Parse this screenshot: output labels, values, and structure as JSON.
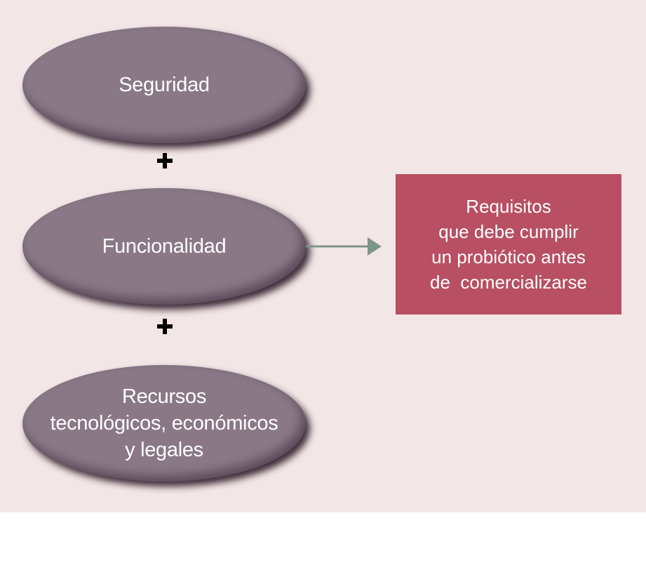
{
  "diagram": {
    "nodes": [
      {
        "lines": [
          "Seguridad"
        ]
      },
      {
        "lines": [
          "Funcionalidad"
        ]
      },
      {
        "lines": [
          "Recursos",
          "tecnológicos, económicos",
          "y legales"
        ]
      }
    ],
    "operator": "+",
    "result": {
      "lines": [
        "Requisitos",
        "que debe cumplir",
        "un probiótico antes",
        "de  comercializarse"
      ]
    }
  },
  "colors": {
    "background": "#f3e6e6",
    "ellipse_fill": "#8a7887",
    "result_fill": "#b84f62",
    "arrow": "#7d9588",
    "text": "#ffffff"
  }
}
